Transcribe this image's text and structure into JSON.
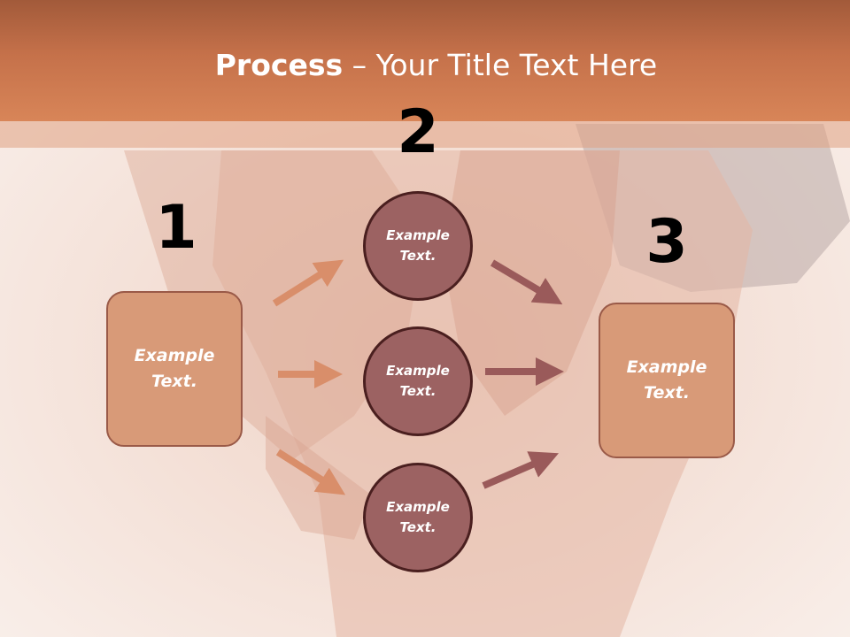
{
  "slide": {
    "title_bold": "Process",
    "title_rest": " – Your Title Text Here",
    "step_numbers": [
      "1",
      "2",
      "3"
    ],
    "left_box": "Example\nText.",
    "right_box": "Example\nText.",
    "circles": [
      "Example\nText.",
      "Example\nText.",
      "Example\nText."
    ]
  },
  "colors": {
    "header": "#c5714a",
    "box_fill": "#d89a78",
    "circle_fill": "#9c6262",
    "arrow_left": "#d98e6a",
    "arrow_right": "#9a5a5a"
  }
}
